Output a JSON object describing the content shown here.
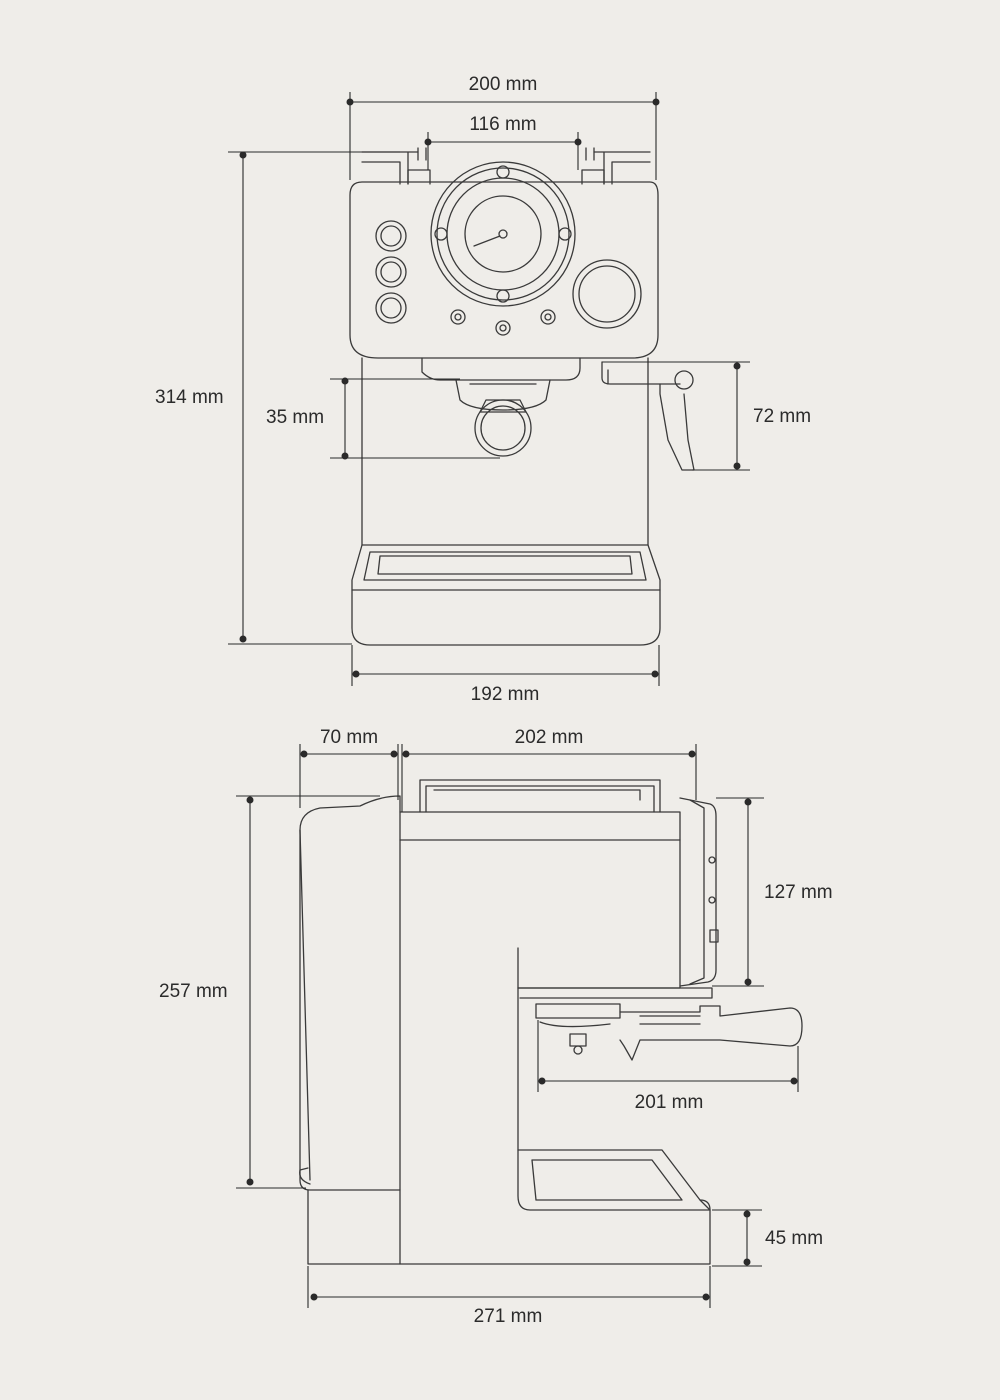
{
  "diagram": {
    "front_view": {
      "width_top": "200 mm",
      "width_gauge": "116 mm",
      "height_total": "314 mm",
      "portafilter_clearance": "35 mm",
      "steam_wand": "72 mm",
      "width_base": "192 mm"
    },
    "side_view": {
      "tank_depth": "70 mm",
      "body_depth": "202 mm",
      "height_side": "257 mm",
      "head_height": "127 mm",
      "portafilter_length": "201 mm",
      "tray_height": "45 mm",
      "total_depth": "271 mm"
    }
  },
  "colors": {
    "background": "#efede9",
    "line": "#3a3a3a",
    "text": "#2b2b2b"
  }
}
